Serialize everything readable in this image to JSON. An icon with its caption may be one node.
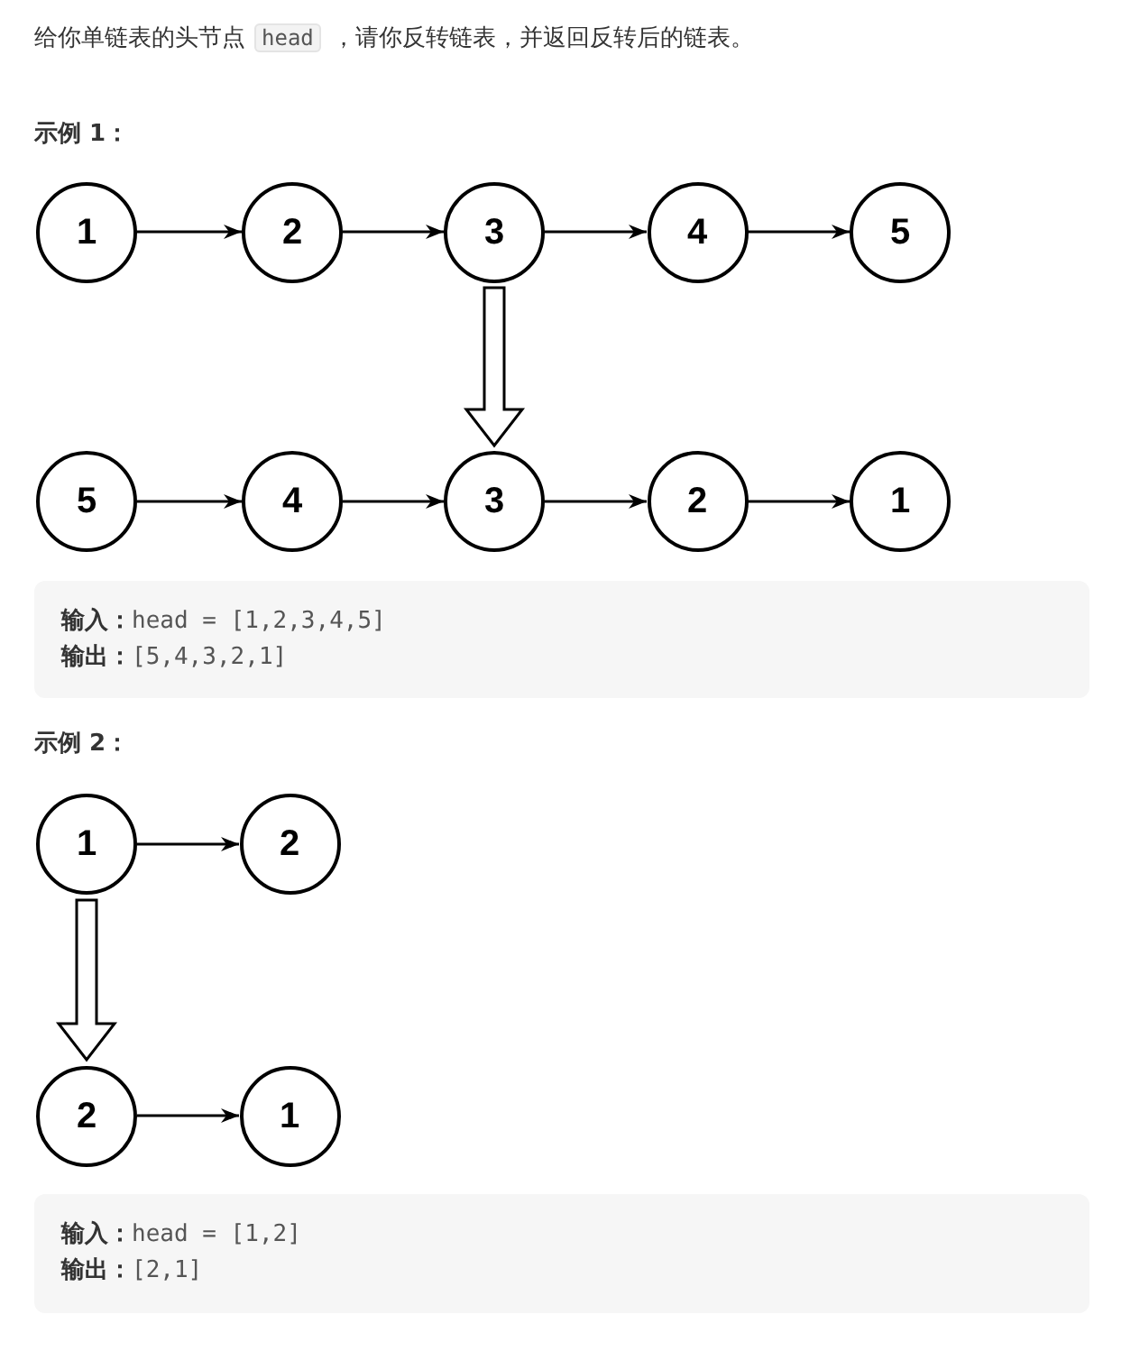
{
  "diagram": {
    "nodes": [
      {
        "text": [
          "1"
        ]
      },
      {
        "text": [
          "2"
        ]
      },
      {
        "text": [
          "3"
        ]
      },
      {
        "text": [
          "4"
        ]
      },
      {
        "text": [
          "5"
        ]
      },
      {
        "text": [
          "5"
        ]
      },
      {
        "text": [
          "4"
        ]
      },
      {
        "text": [
          "3"
        ]
      },
      {
        "text": [
          "2"
        ]
      },
      {
        "text": [
          "1"
        ]
      },
      {
        "text": [
          "**输入：**head = [1,2,3,4,5]",
          "**输出：**[5,4,3,2,1]"
        ]
      },
      {
        "text": [
          "1"
        ]
      },
      {
        "text": [
          "2"
        ]
      },
      {
        "text": [
          "2"
        ]
      },
      {
        "text": [
          "1"
        ]
      },
      {
        "text": [
          "**输入：**head = [1,2]",
          "**输出：**[2,1]"
        ]
      }
    ],
    "edges": [
      {
        "from": 0,
        "to": 1,
        "arrow": "to"
      },
      {
        "from": 1,
        "to": 2,
        "arrow": "to"
      },
      {
        "from": 2,
        "to": 3,
        "arrow": "to"
      },
      {
        "from": 3,
        "to": 4,
        "arrow": "to"
      },
      {
        "from": 2,
        "to": 7,
        "arrow": "to",
        "style": "thick"
      },
      {
        "from": 5,
        "to": 6,
        "arrow": "to"
      },
      {
        "from": 6,
        "to": 7,
        "arrow": "to"
      },
      {
        "from": 7,
        "to": 8,
        "arrow": "to"
      },
      {
        "from": 8,
        "to": 9,
        "arrow": "to"
      },
      {
        "from": 11,
        "to": 12,
        "arrow": "to"
      },
      {
        "from": 11,
        "to": 13,
        "arrow": "to",
        "style": "thick"
      },
      {
        "from": 13,
        "to": 14,
        "arrow": "to"
      }
    ],
    "labels": [
      "给你单链表的头节点",
      "head",
      "，请你反转链表，并返回反转后的链表。",
      "示例 1：",
      "示例 2："
    ]
  }
}
